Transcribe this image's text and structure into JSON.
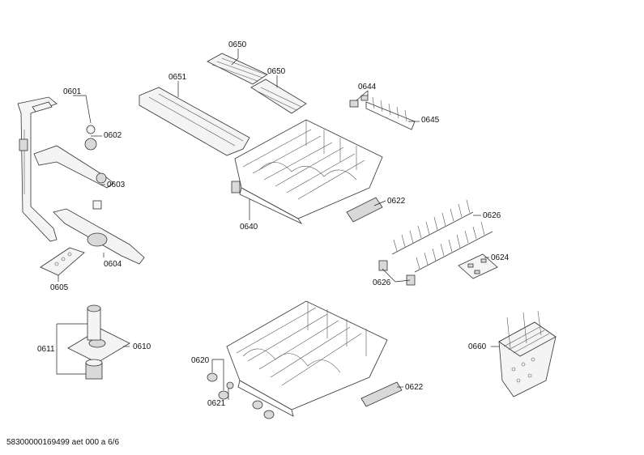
{
  "labels": {
    "p0650a": "0650",
    "p0650b": "0650",
    "p0651": "0651",
    "p0644": "0644",
    "p0645": "0645",
    "p0601": "0601",
    "p0602": "0602",
    "p0603": "0603",
    "p0604": "0604",
    "p0605": "0605",
    "p0640": "0640",
    "p0622a": "0622",
    "p0626a": "0626",
    "p0624": "0624",
    "p0626b": "0626",
    "p0611": "0611",
    "p0610": "0610",
    "p0620": "0620",
    "p0621": "0621",
    "p0622b": "0622",
    "p0660": "0660"
  },
  "footer": "58300000169499 aet 000 a 6/6"
}
